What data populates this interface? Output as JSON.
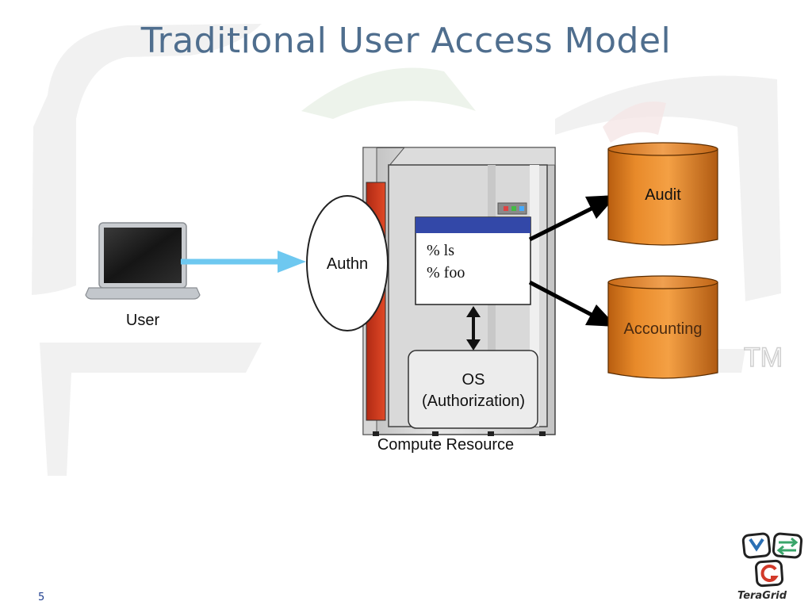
{
  "slide": {
    "title": "Traditional User Access Model",
    "page_number": "5"
  },
  "watermark": {
    "tm_mark": "TM"
  },
  "diagram": {
    "user_label": "User",
    "authn_label": "Authn",
    "terminal_lines": [
      "% ls",
      "% foo"
    ],
    "os_label_line1": "OS",
    "os_label_line2": "(Authorization)",
    "compute_resource_label": "Compute Resource",
    "audit_label": "Audit",
    "accounting_label": "Accounting"
  },
  "logo": {
    "text": "TeraGrid"
  },
  "colors": {
    "title": "#4f6e8e",
    "arrow_user": "#6ec8f0",
    "cylinder": "#e0821f",
    "server_red": "#d83a1f",
    "terminal_bar": "#3348a8"
  }
}
